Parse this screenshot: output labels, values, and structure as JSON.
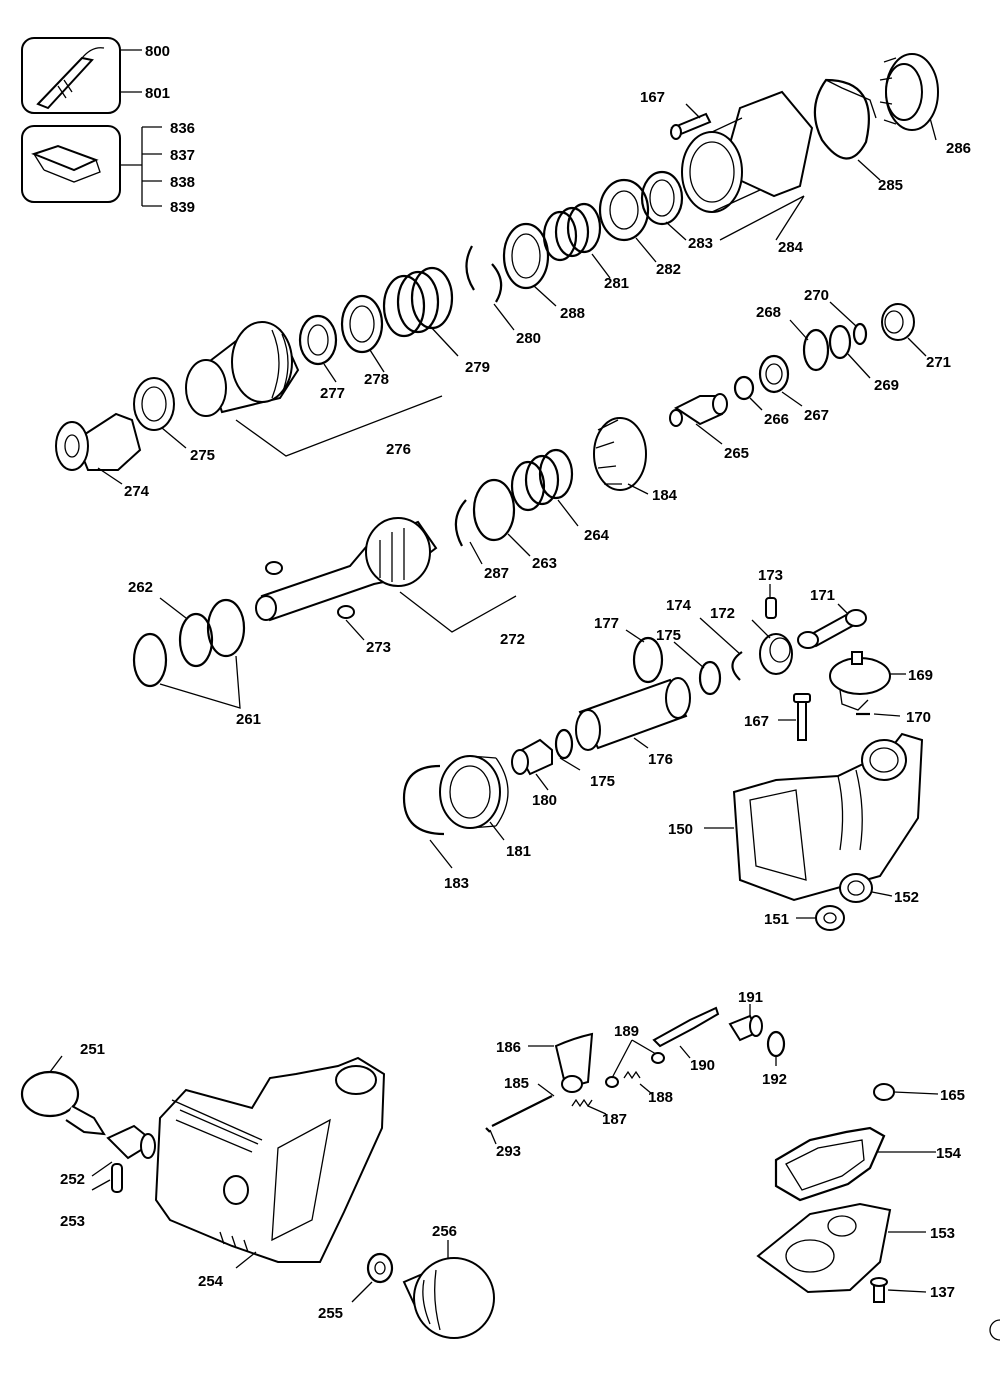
{
  "labels": [
    "800",
    "801",
    "836",
    "837",
    "838",
    "839",
    "167",
    "286",
    "285",
    "284",
    "283",
    "282",
    "281",
    "288",
    "280",
    "279",
    "278",
    "277",
    "276",
    "275",
    "274",
    "268",
    "270",
    "271",
    "269",
    "267",
    "266",
    "265",
    "184",
    "264",
    "263",
    "287",
    "262",
    "273",
    "272",
    "261",
    "173",
    "171",
    "177",
    "174",
    "172",
    "169",
    "175",
    "170",
    "176",
    "180",
    "181",
    "183",
    "150",
    "152",
    "151",
    "191",
    "189",
    "186",
    "190",
    "192",
    "185",
    "188",
    "187",
    "293",
    "165",
    "251",
    "154",
    "252",
    "253",
    "256",
    "254",
    "255",
    "153",
    "137"
  ]
}
